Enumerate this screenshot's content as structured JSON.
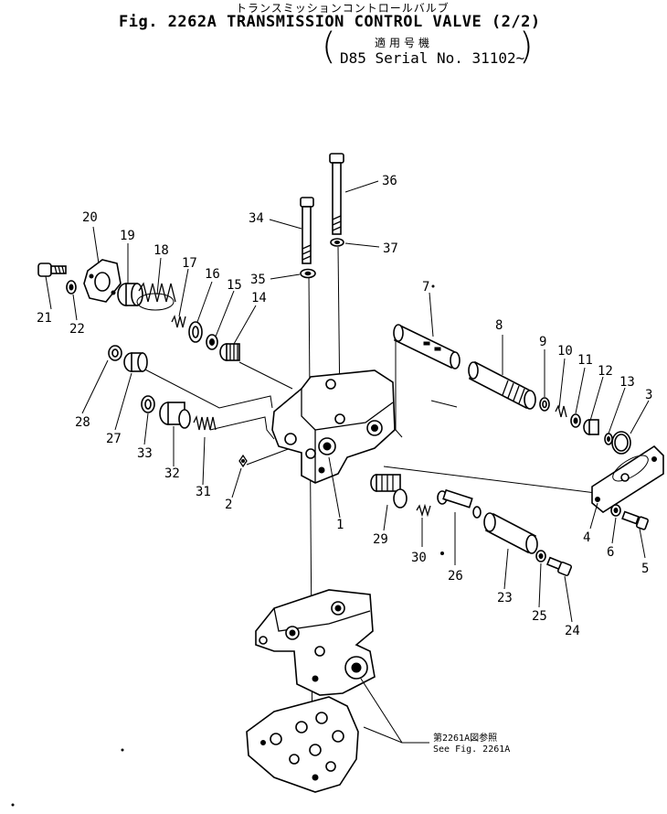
{
  "header": {
    "title_jp": "トランスミッションコントロールバルブ",
    "title_en": "Fig. 2262A TRANSMISSION CONTROL VALVE (2/2)",
    "applicability_jp": "適用号機",
    "applicability_en": "D85 Serial No. 31102~"
  },
  "reference_note": {
    "jp": "第2261A図参照",
    "en": "See Fig. 2261A"
  },
  "part_labels": {
    "p1": "1",
    "p2": "2",
    "p3": "3",
    "p4": "4",
    "p5": "5",
    "p6": "6",
    "p7": "7",
    "p8": "8",
    "p9": "9",
    "p10": "10",
    "p11": "11",
    "p12": "12",
    "p13": "13",
    "p14": "14",
    "p15": "15",
    "p16": "16",
    "p17": "17",
    "p18": "18",
    "p19": "19",
    "p20": "20",
    "p21": "21",
    "p22": "22",
    "p23": "23",
    "p24": "24",
    "p25": "25",
    "p26": "26",
    "p27": "27",
    "p28": "28",
    "p29": "29",
    "p30": "30",
    "p31": "31",
    "p32": "32",
    "p33": "33",
    "p34": "34",
    "p35": "35",
    "p36": "36",
    "p37": "37"
  }
}
